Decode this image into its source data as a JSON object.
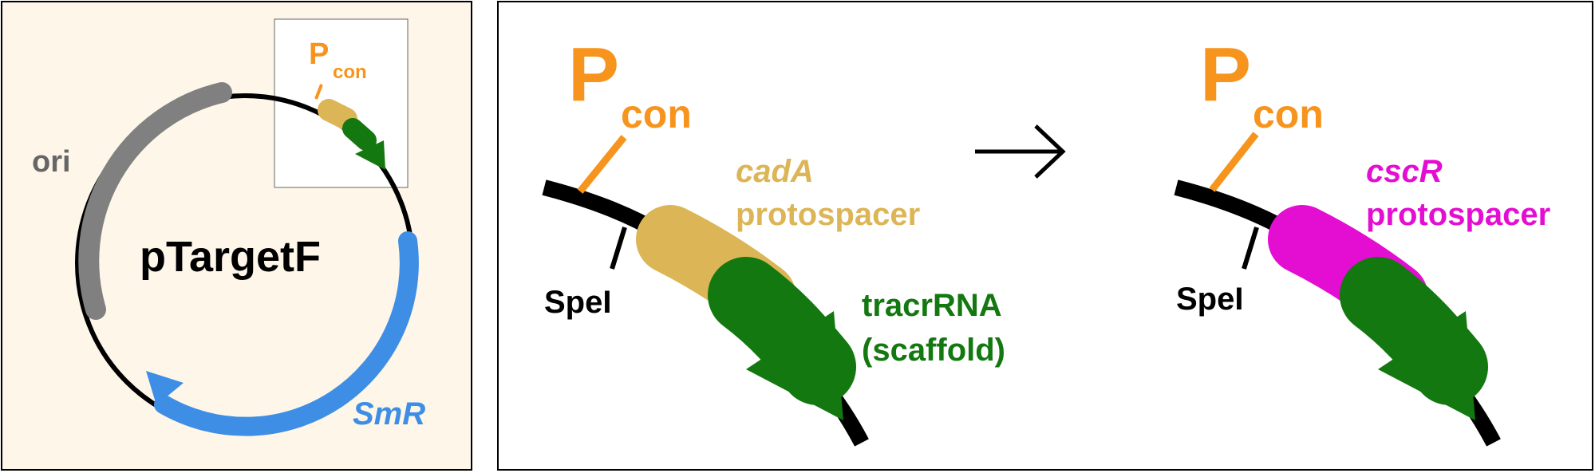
{
  "colors": {
    "backbone": "#000000",
    "ori": "#808080",
    "smr": "#3d8ee4",
    "promoter": "#f7941d",
    "cada": "#dcb556",
    "cscr": "#e40ed2",
    "tracr": "#13780f",
    "panel_bg": "#fdf6e9"
  },
  "icons": {
    "arrow": "right-arrow-icon"
  },
  "plasmid": {
    "name": "pTargetF",
    "ori_label": "ori",
    "smr_label": "SmR",
    "promoter_label": "P",
    "promoter_sub": "con"
  },
  "before": {
    "promoter_label": "P",
    "promoter_sub": "con",
    "site_label": "SpeI",
    "spacer_name": "cadA",
    "spacer_word": "protospacer",
    "scaffold_line1": "tracrRNA",
    "scaffold_line2": "(scaffold)"
  },
  "after": {
    "promoter_label": "P",
    "promoter_sub": "con",
    "site_label": "SpeI",
    "spacer_name": "cscR",
    "spacer_word": "protospacer"
  }
}
